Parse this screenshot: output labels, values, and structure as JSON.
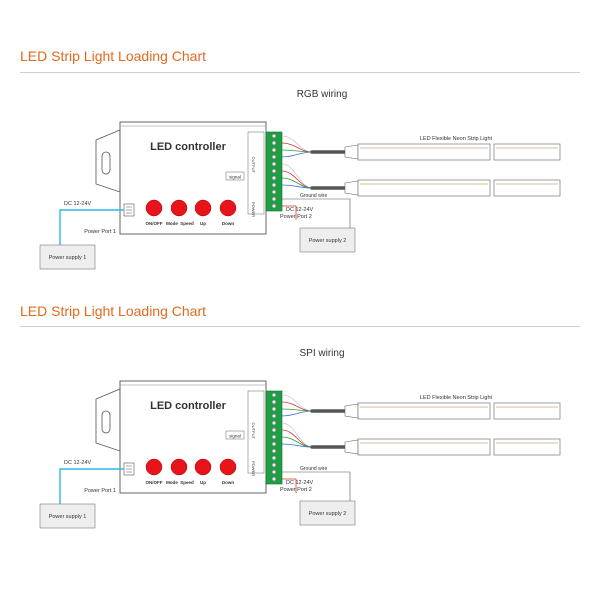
{
  "colors": {
    "accent": "#e06a1f",
    "button_red": "#e8141c",
    "terminal_green": "#1e9e45",
    "power_cyan": "#2db8e8",
    "ground_red": "#d63a2e"
  },
  "sections": [
    {
      "title": "LED  Strip Light Loading Chart",
      "subtitle": "RGB wiring",
      "controller_title": "LED controller",
      "signal_label": "signal",
      "buttons": [
        "ON/OFF",
        "Mode",
        "Speed",
        "Up",
        "Down"
      ],
      "output_label": "OUTPUT",
      "power_label": "POWER",
      "dc_label": "DC 12-24V",
      "power_port_label": "Power Port 1",
      "power_supply_1": "Power supply 1",
      "ground_wire": "Ground wire",
      "dc_label_2": "DC 12-24V",
      "power_port_label_2": "Power Port 2",
      "power_supply_2": "Power supply 2",
      "strip_label": "LED Flexible Neon Strip Light"
    },
    {
      "title": "LED  Strip Light Loading Chart",
      "subtitle": "SPI wiring",
      "controller_title": "LED controller",
      "signal_label": "signal",
      "buttons": [
        "ON/OFF",
        "Mode",
        "Speed",
        "Up",
        "Down"
      ],
      "output_label": "OUTPUT",
      "power_label": "POWER",
      "dc_label": "DC 12-24V",
      "power_port_label": "Power Port 1",
      "power_supply_1": "Power supply 1",
      "ground_wire": "Ground wire",
      "dc_label_2": "DC 12-24V",
      "power_port_label_2": "Power Port 2",
      "power_supply_2": "Power supply 2",
      "strip_label": "LED Flexible Neon Strip Light"
    }
  ]
}
